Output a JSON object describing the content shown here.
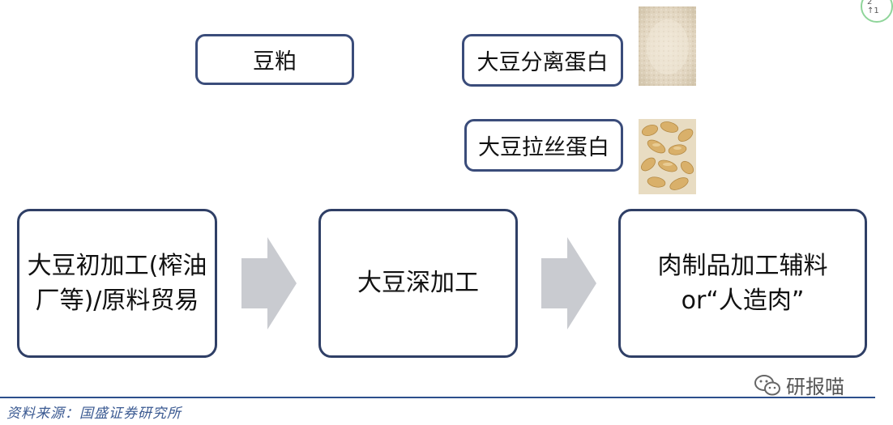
{
  "diagram": {
    "top_boxes": {
      "soybean_meal": "豆粕",
      "isolated_protein": "大豆分离蛋白",
      "textured_protein": "大豆拉丝蛋白"
    },
    "main_boxes": {
      "primary": "大豆初加工(榨油厂等)/原料贸易",
      "primary_line1": "大豆初加工(榨油",
      "primary_line2": "厂等)/原料贸易",
      "deep": "大豆深加工",
      "final_line1": "肉制品加工辅料",
      "final_line2": "or“人造肉”"
    }
  },
  "footer": {
    "source": "资料来源：国盛证券研究所",
    "watermark": "研报喵"
  },
  "corner_badge": {
    "line1": "2",
    "line2": "↑1"
  },
  "colors": {
    "box_border": "#2f3f66",
    "arrow": "#c9cbd0",
    "footer_line": "#2c4f8c",
    "source_text": "#3b5a92"
  },
  "icons": {
    "watermark": "wechat-icon",
    "arrows": "block-arrow-right"
  }
}
